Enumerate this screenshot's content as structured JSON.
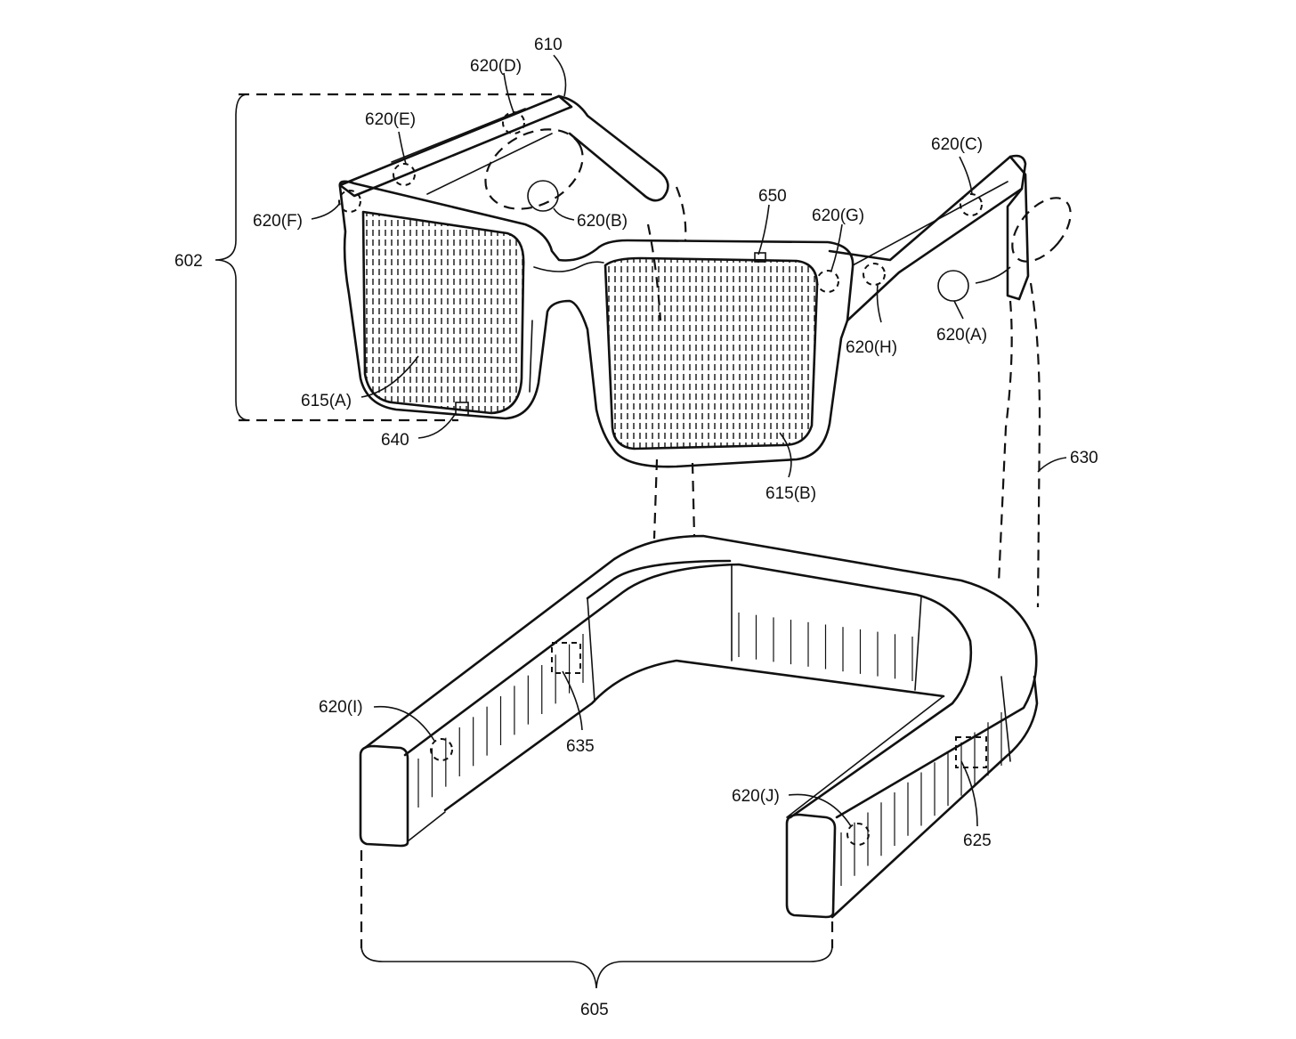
{
  "labels": {
    "l610": "610",
    "l620D": "620(D)",
    "l620E": "620(E)",
    "l620F": "620(F)",
    "l620B": "620(B)",
    "l650": "650",
    "l620G": "620(G)",
    "l620C": "620(C)",
    "l620H": "620(H)",
    "l620A": "620(A)",
    "l602": "602",
    "l615A": "615(A)",
    "l640": "640",
    "l615B": "615(B)",
    "l630": "630",
    "l620I": "620(I)",
    "l635": "635",
    "l620J": "620(J)",
    "l625": "625",
    "l605": "605"
  }
}
